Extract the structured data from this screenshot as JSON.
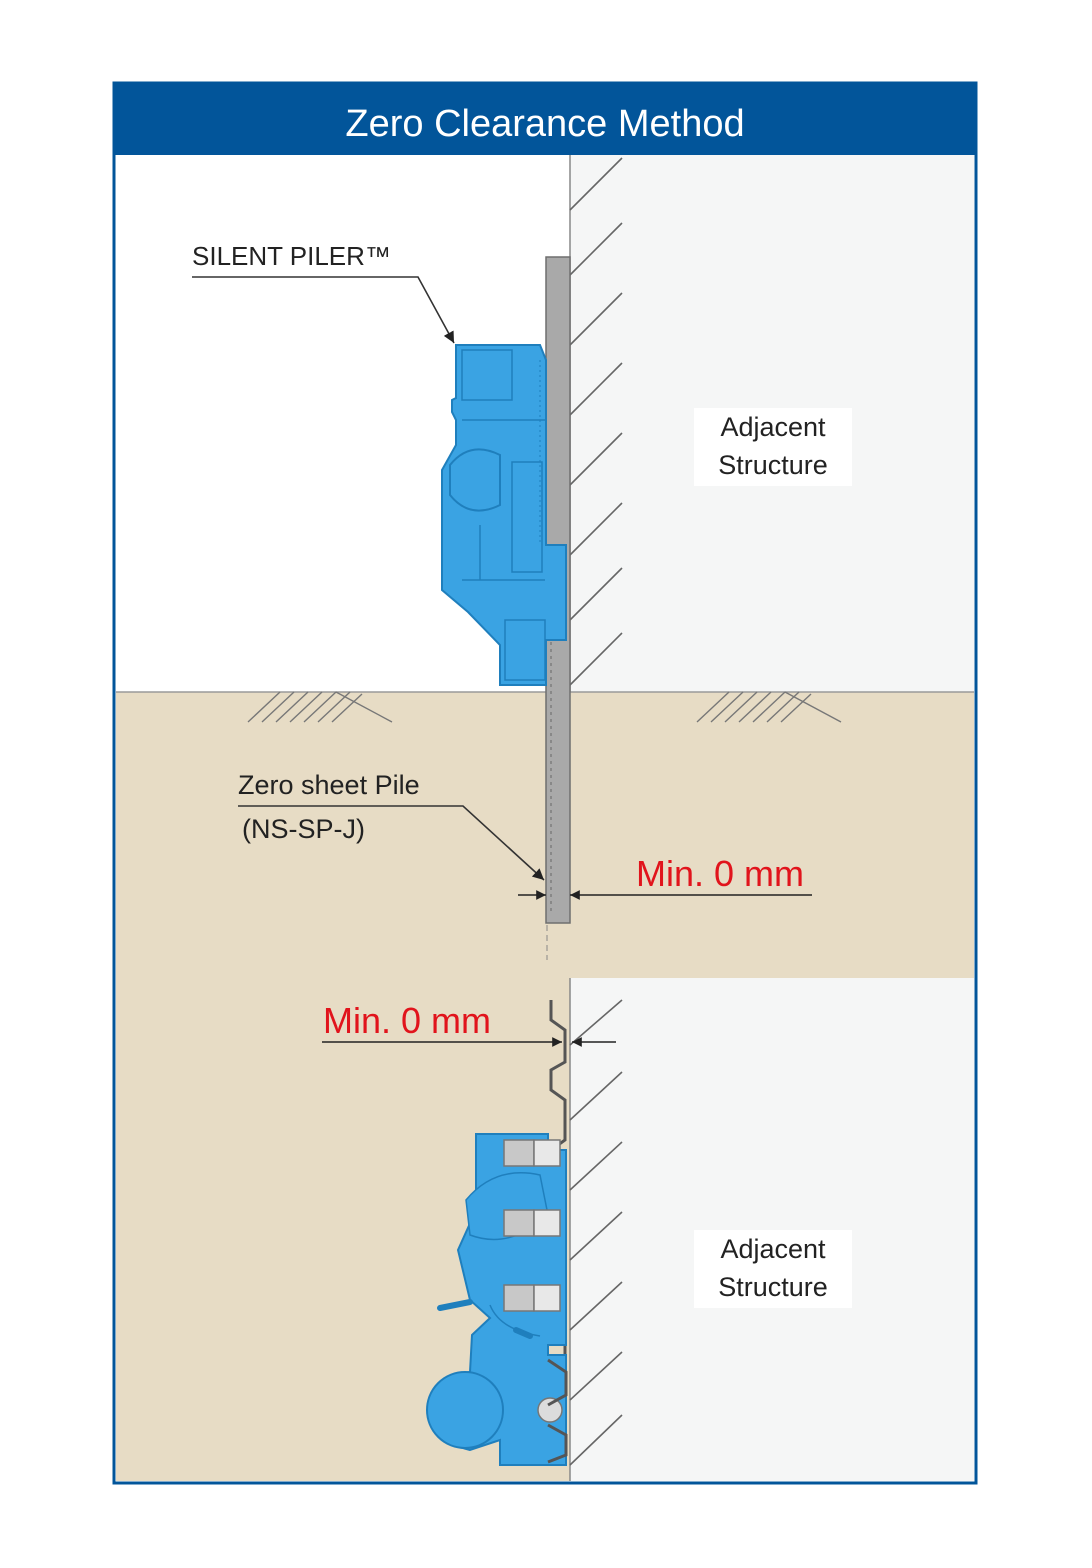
{
  "title": "Zero Clearance Method",
  "labels": {
    "silent_piler": "SILENT PILER™",
    "adjacent_top_line1": "Adjacent",
    "adjacent_top_line2": "Structure",
    "zero_sheet_pile_line1": "Zero sheet Pile",
    "zero_sheet_pile_line2": "(NS-SP-J)",
    "min_clearance_elevation": "Min. 0 mm",
    "min_clearance_plan": "Min. 0 mm",
    "adjacent_bottom_line1": "Adjacent",
    "adjacent_bottom_line2": "Structure"
  },
  "colors": {
    "header": "#02559a",
    "header_text": "#ffffff",
    "machine": "#3aa3e3",
    "machine_dark": "#1f7fbd",
    "soil": "#e7dcc5",
    "structure": "#f5f6f6",
    "pile": "#a9a9a9",
    "dimension_text": "#e1141c",
    "ink": "#333333"
  }
}
